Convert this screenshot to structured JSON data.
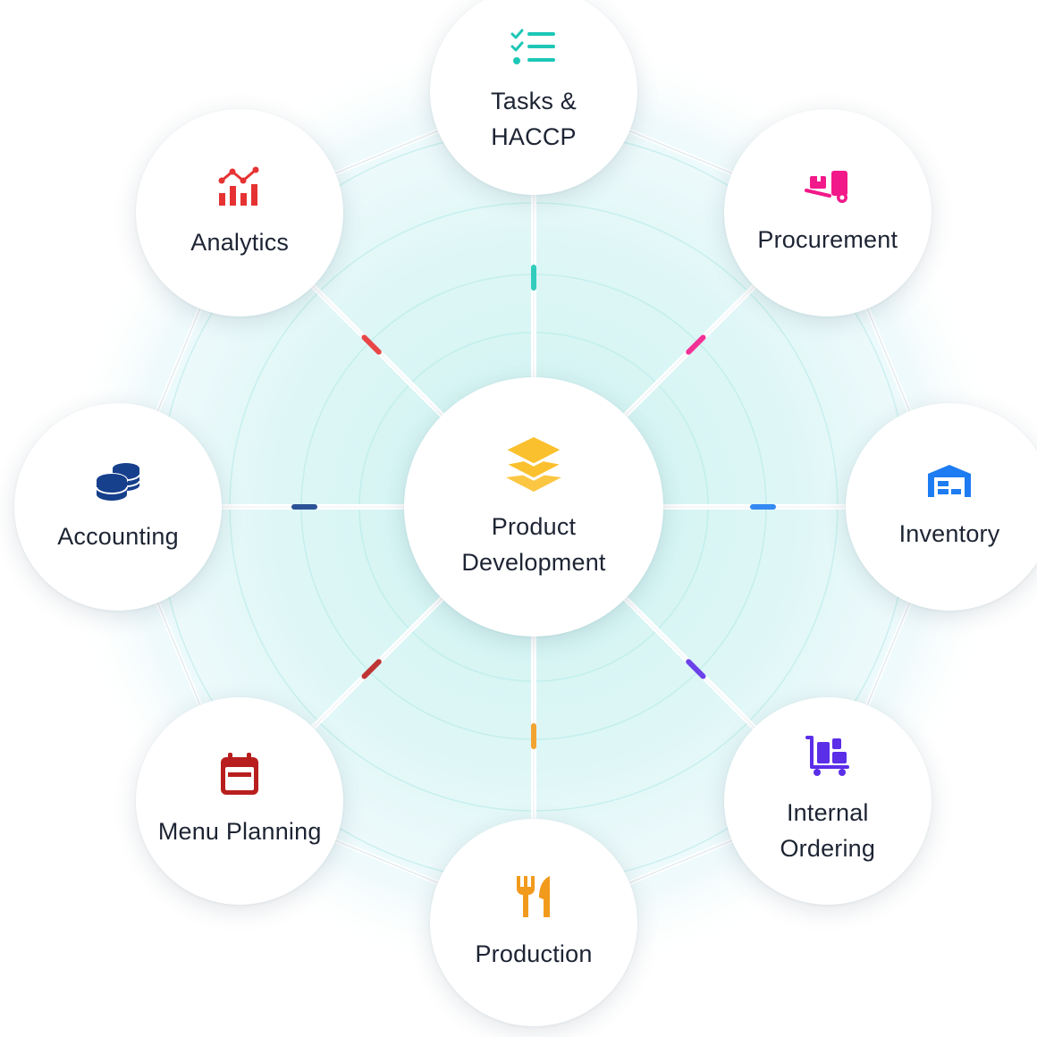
{
  "center": {
    "label": "Product Development",
    "icon": "layers-icon",
    "color": "#FBC02D"
  },
  "modules": [
    {
      "id": "tasks",
      "label": "Tasks & HACCP",
      "icon": "checklist-icon",
      "color": "#1CC7B6"
    },
    {
      "id": "procurement",
      "label": "Procurement",
      "icon": "hand-truck-icon",
      "color": "#F2198A"
    },
    {
      "id": "inventory",
      "label": "Inventory",
      "icon": "warehouse-icon",
      "color": "#1E7CF2"
    },
    {
      "id": "internal",
      "label": "Internal Ordering",
      "icon": "trolley-boxes-icon",
      "color": "#5B2EE8"
    },
    {
      "id": "production",
      "label": "Production",
      "icon": "fork-knife-icon",
      "color": "#F29A1C"
    },
    {
      "id": "menu",
      "label": "Menu Planning",
      "icon": "calendar-icon",
      "color": "#B81E1E"
    },
    {
      "id": "accounting",
      "label": "Accounting",
      "icon": "coin-stack-icon",
      "color": "#163F8C"
    },
    {
      "id": "analytics",
      "label": "Analytics",
      "icon": "chart-bars-line-icon",
      "color": "#E63232"
    }
  ]
}
